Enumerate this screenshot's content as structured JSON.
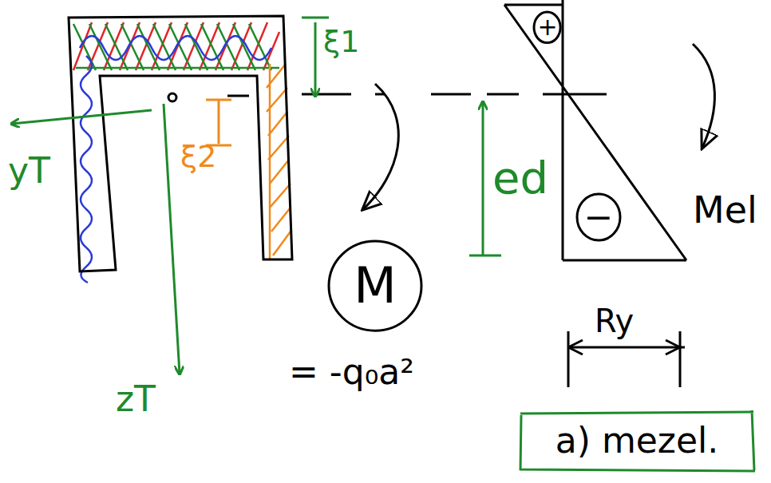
{
  "diagram": {
    "nodes": [
      {
        "text": [
          "M"
        ]
      },
      {
        "text": [
          "+"
        ]
      },
      {
        "text": [
          "−"
        ]
      },
      {
        "text": [
          "a) mezel."
        ]
      }
    ],
    "labels": [
      "yT",
      "zT",
      "ξ1",
      "ξ2",
      "ed",
      "Mel",
      "Ry",
      "= -q₀a²"
    ]
  }
}
